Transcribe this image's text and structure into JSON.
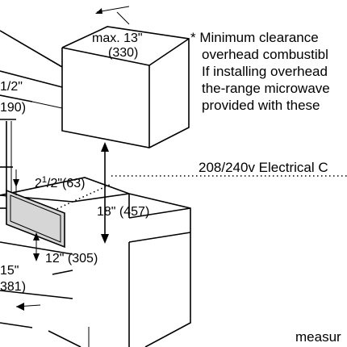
{
  "dimensions": {
    "max_top": "max. 13\"",
    "max_top_mm": "(330)",
    "left_top_frac": "1/2\"",
    "left_top_mm": "190)",
    "outlet_in_whole": "2",
    "outlet_in_num": "1",
    "outlet_in_den": "/2",
    "outlet_in_rest": "\"(63)",
    "height_18": "18\" (457)",
    "height_12": "12\" (305)",
    "left_15": "15\"",
    "left_15_mm": "381)"
  },
  "notes": {
    "line1": "* Minimum clearance",
    "line2": "overhead combustibl",
    "line3": "If installing overhead",
    "line4": "the-range microwave",
    "line5": "provided with these"
  },
  "callouts": {
    "electrical": "208/240v Electrical C",
    "measure": "measur"
  },
  "colors": {
    "line": "#000000",
    "outlet_fill": "#d6d6d6",
    "background": "#ffffff"
  }
}
